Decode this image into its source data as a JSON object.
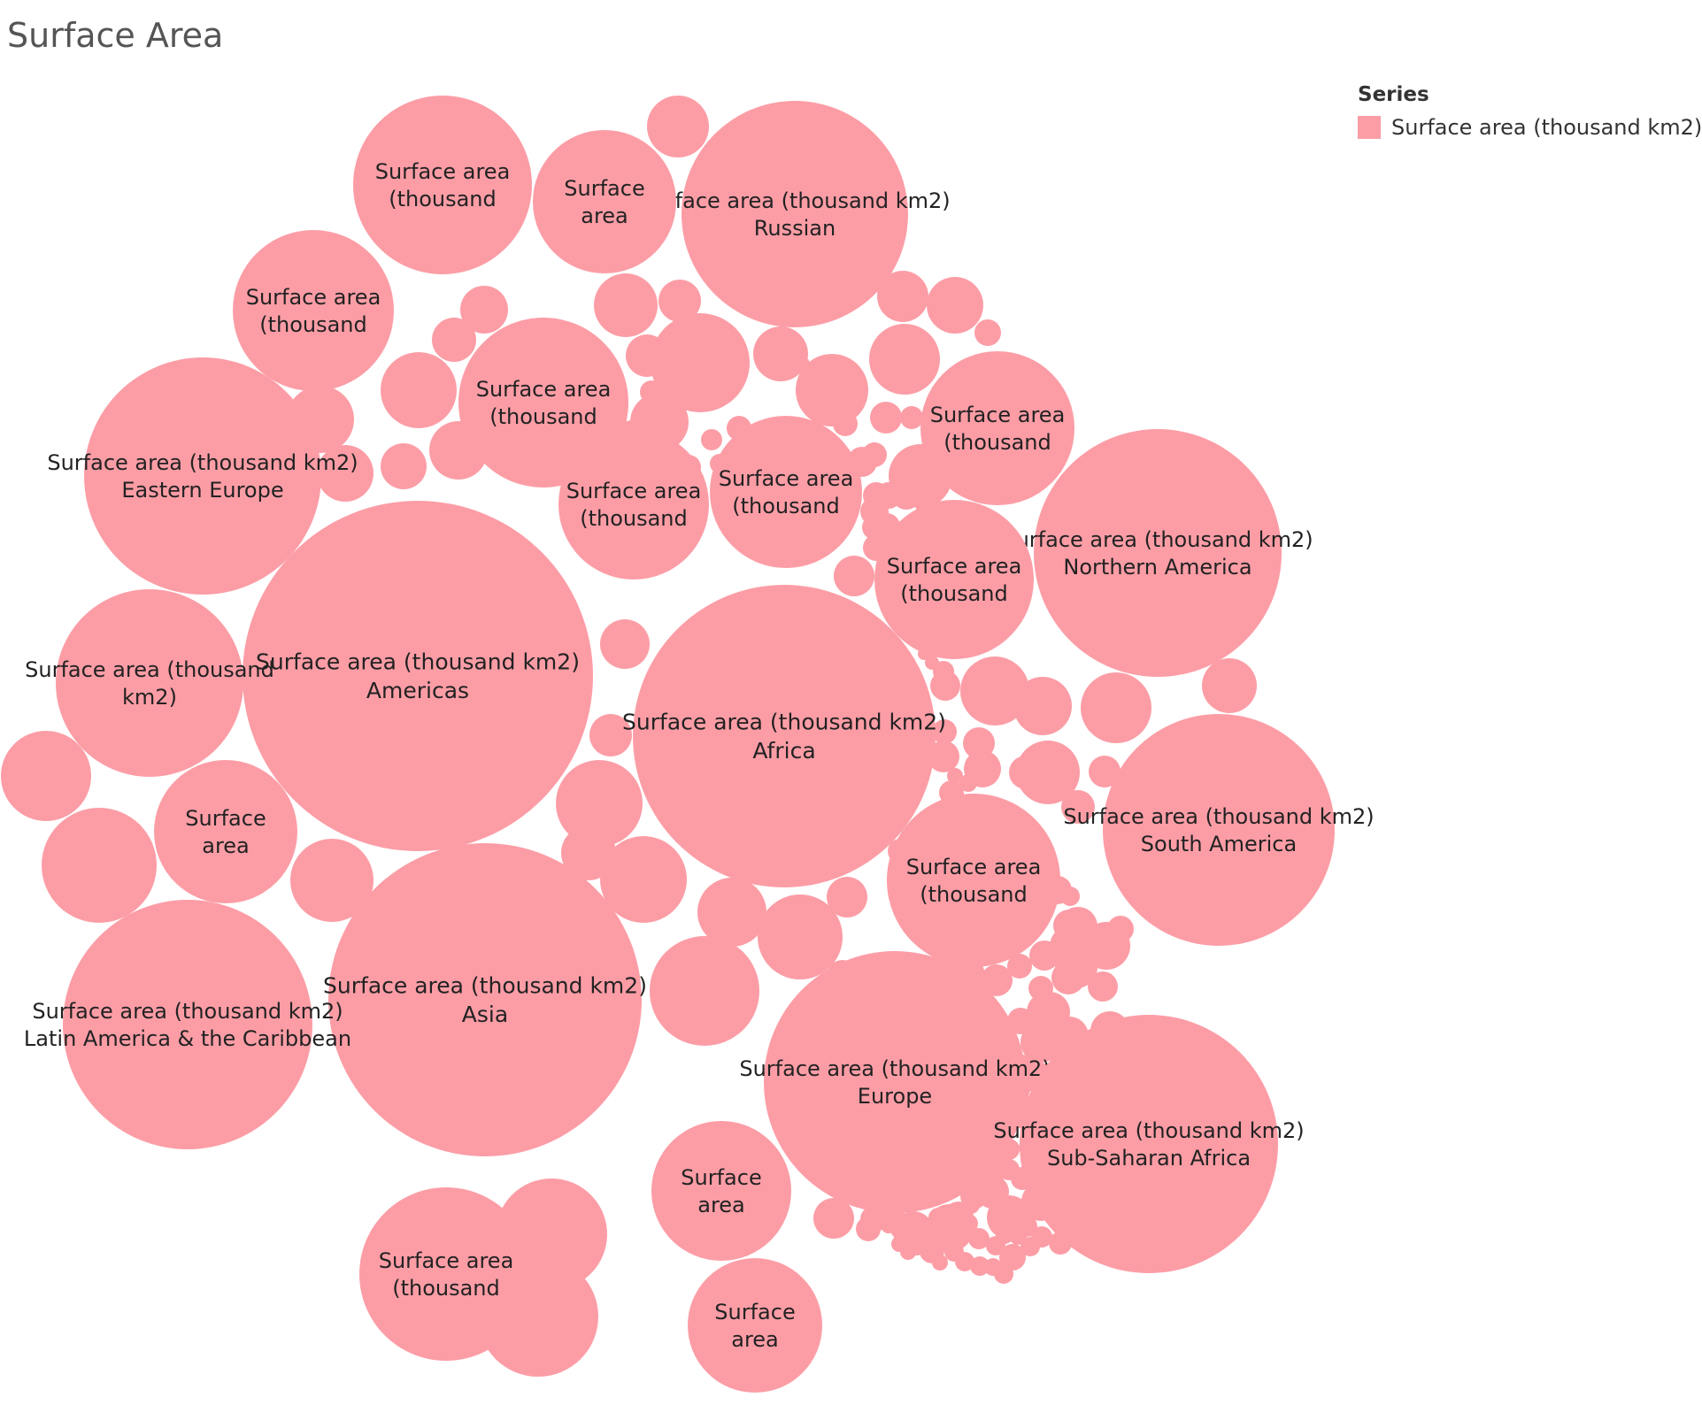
{
  "title": "Surface Area",
  "legend": {
    "title": "Series",
    "items": [
      {
        "label": "Surface area (thousand km2)",
        "color": "#fc9da6"
      }
    ]
  },
  "chart_data": {
    "type": "bubble",
    "measure": "Surface area (thousand km2)",
    "color": "#fc9da6",
    "series": [
      {
        "name": "Surface area (thousand km2)"
      }
    ],
    "labeled_bubbles": [
      {
        "label": [
          "Surface area (thousand km2)",
          "Americas"
        ],
        "value": 42000
      },
      {
        "label": [
          "Surface area (thousand km2)",
          "Asia"
        ],
        "value": 31900
      },
      {
        "label": [
          "Surface area (thousand km2)",
          "Africa"
        ],
        "value": 30300
      },
      {
        "label": [
          "Surface area (thousand km2)",
          "Latin America & the Caribbean"
        ],
        "value": 20400
      },
      {
        "label": [
          "Surface area (thousand km2)",
          "Europe"
        ],
        "value": 23000
      },
      {
        "label": [
          "Surface area (thousand km2)",
          "Sub-Saharan Africa"
        ],
        "value": 24400
      },
      {
        "label": [
          "Surface area (thousand km2)",
          "Eastern Europe"
        ],
        "value": 18800
      },
      {
        "label": [
          "Surface area (thousand km2)",
          "Northern America"
        ],
        "value": 21800
      },
      {
        "label": [
          "Surface area (thousand km2)",
          "South America"
        ],
        "value": 17800
      },
      {
        "label": [
          "Surface area (thousand km2)",
          "Russian"
        ],
        "value": 17100
      },
      {
        "label": [
          "Surface area (thousand",
          "km2)"
        ],
        "value": 11800
      },
      {
        "label": [
          "Surface area",
          "(thousand"
        ],
        "value": 9600
      },
      {
        "label": [
          "Surface area",
          "(thousand"
        ],
        "value": 9600
      },
      {
        "label": [
          "Surface area",
          "(thousand"
        ],
        "value": 9800
      },
      {
        "label": [
          "Surface area",
          "(thousand"
        ],
        "value": 9600
      },
      {
        "label": [
          "Surface area",
          "(thousand"
        ],
        "value": 9400
      },
      {
        "label": [
          "Surface area",
          "(thousand"
        ],
        "value": 7700
      },
      {
        "label": [
          "Surface area",
          "(thousand"
        ],
        "value": 7700
      },
      {
        "label": [
          "Surface area",
          "(thousand"
        ],
        "value": 7700
      },
      {
        "label": [
          "Surface area",
          "(thousand"
        ],
        "value": 7700
      },
      {
        "label": [
          "Surface area",
          "(thousand"
        ],
        "value": 7500
      },
      {
        "label": [
          "Surface",
          "area"
        ],
        "value": 6000
      },
      {
        "label": [
          "Surface",
          "area"
        ],
        "value": 6000
      },
      {
        "label": [
          "Surface",
          "area"
        ],
        "value": 6000
      },
      {
        "label": [
          "Surface",
          "area"
        ],
        "value": 5600
      }
    ]
  }
}
